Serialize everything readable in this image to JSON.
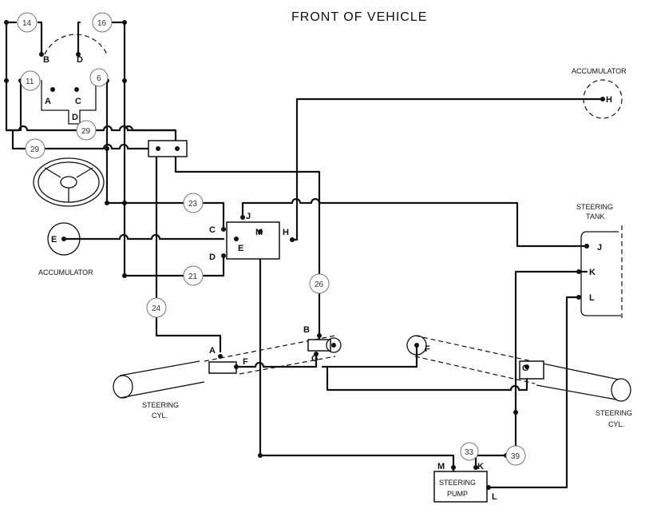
{
  "title": "FRONT OF VEHICLE",
  "components": {
    "accumulator_right": {
      "label": "ACCUMULATOR",
      "port": "H"
    },
    "accumulator_left": {
      "label": "ACCUMULATOR",
      "port": "E"
    },
    "steering_tank": {
      "label_line1": "STEERING",
      "label_line2": "TANK",
      "ports": [
        "J",
        "K",
        "L"
      ]
    },
    "steering_pump": {
      "label_line1": "STEERING",
      "label_line2": "PUMP",
      "ports": [
        "M",
        "K",
        "L"
      ]
    },
    "valve_center": {
      "ports": [
        "J",
        "C",
        "E",
        "M",
        "H",
        "D"
      ]
    },
    "steering_cyl_left": {
      "label_line1": "STEERING",
      "label_line2": "CYL.",
      "ports": [
        "A",
        "F",
        "B",
        "G"
      ]
    },
    "steering_cyl_right": {
      "label_line1": "STEERING",
      "label_line2": "CYL.",
      "ports": [
        "F",
        "G"
      ]
    },
    "steering_valve": {
      "ports": [
        "B",
        "D",
        "A",
        "C"
      ],
      "orbit_label": "D"
    }
  },
  "line_numbers": [
    "14",
    "16",
    "11",
    "6",
    "29",
    "29",
    "23",
    "21",
    "24",
    "26",
    "33",
    "39"
  ]
}
